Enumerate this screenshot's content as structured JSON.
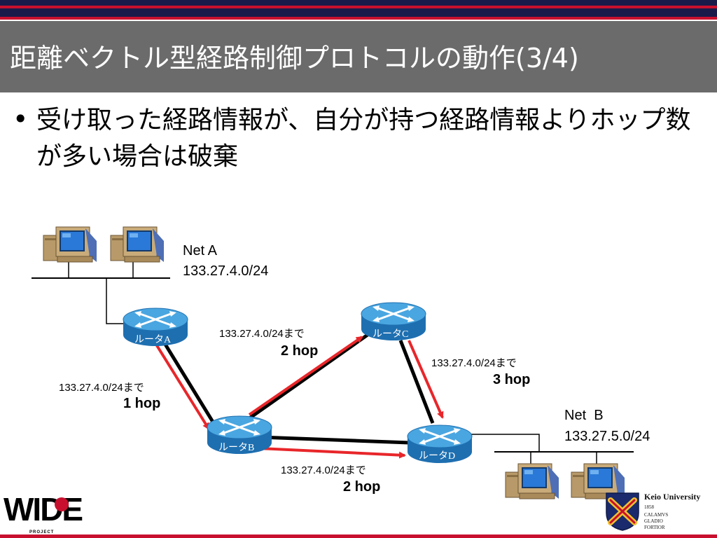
{
  "slide": {
    "title": "距離ベクトル型経路制御プロトコルの動作(3/4)",
    "bullet_symbol": "•",
    "bullet_text": "受け取った経路情報が、自分が持つ経路情報よりホップ数が多い場合は破棄"
  },
  "colors": {
    "top_stripe_dark": "#1a1a4a",
    "top_stripe_red": "#c8102e",
    "title_bar": "#6b6b6b",
    "router_body": "#2f8ccc",
    "route_arrow": "#e8262a",
    "link_line": "#000000"
  },
  "network": {
    "net_a": {
      "name": "Net A",
      "prefix": "133.27.4.0/24"
    },
    "net_b": {
      "name": "Net  B",
      "prefix": "133.27.5.0/24"
    },
    "routers": {
      "a": "ルータA",
      "b": "ルータB",
      "c": "ルータC",
      "d": "ルータD"
    },
    "routes": {
      "a_to_b": {
        "dest": "133.27.4.0/24まで",
        "hops": "1 hop"
      },
      "b_to_c": {
        "dest": "133.27.4.0/24まで",
        "hops": "2 hop"
      },
      "c_to_d": {
        "dest": "133.27.4.0/24まで",
        "hops": "3 hop"
      },
      "b_to_d": {
        "dest": "133.27.4.0/24まで",
        "hops": "2 hop"
      }
    }
  },
  "footer": {
    "wide_logo": "WIDE",
    "wide_subtitle": "PROJECT",
    "keio_name": "Keio University",
    "keio_year": "1858",
    "keio_motto": [
      "CALAMVS",
      "GLADIO",
      "FORTIOR"
    ]
  }
}
